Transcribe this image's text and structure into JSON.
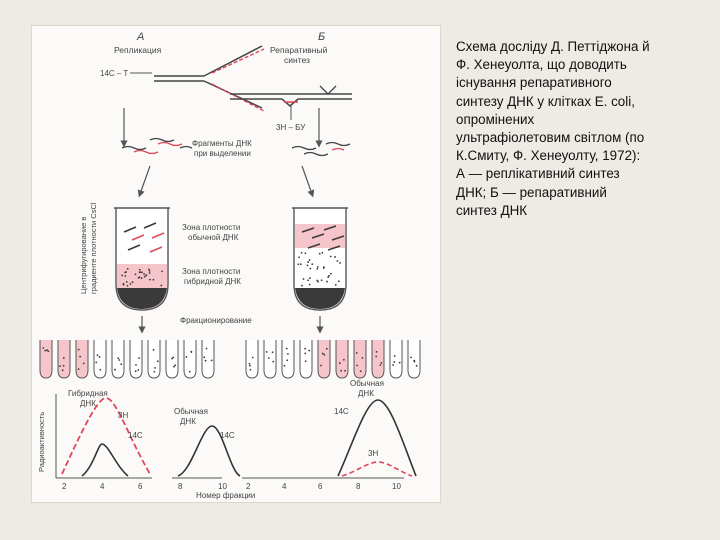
{
  "caption": {
    "lines": [
      "Схема досліду Д. Петтіджона й",
      "Ф. Хенеуолта, що доводить",
      "існування репаративного",
      "синтезу ДНК у клітках E. coli,",
      "опромінених",
      "ультрафіолетовим світлом (по",
      "К.Смиту, Ф. Хенеуолту, 1972):",
      "А — реплікативний синтез",
      "ДНК; Б — репаративний",
      "синтез ДНК"
    ]
  },
  "figure": {
    "panel_a": {
      "letter": "А",
      "title": "Репликация",
      "label_c_t": "14C – T"
    },
    "panel_b": {
      "letter": "Б",
      "title_line1": "Репаративный",
      "title_line2": "синтез",
      "label_h_bu": "3H – БУ"
    },
    "fragments_line1": "Фрагменты ДНК",
    "fragments_line2": "при выделении",
    "centrifuge_line1": "Центрифугирование в",
    "centrifuge_line2": "градиенте плотности CsCl",
    "zone_normal_line1": "Зона плотности",
    "zone_normal_line2": "обычной ДНК",
    "zone_hybrid_line1": "Зона плотности",
    "zone_hybrid_line2": "гибридной ДНК",
    "fractionation": "Фракционирование",
    "hybrid_dna_line1": "Гибридная",
    "hybrid_dna_line2": "ДНК",
    "normal_dna_line1": "Обычная",
    "normal_dna_line2": "ДНК",
    "normal_dna_b_line1": "Обычная",
    "normal_dna_b_line2": "ДНК",
    "isotope_3h": "3H",
    "isotope_14c": "14C",
    "isotope_3h_b": "3H",
    "isotope_14c_b": "14C",
    "isotope_14c_mid": "14C",
    "yaxis": "Радиоактивность",
    "xaxis": "Номер фракции",
    "ticks_a": [
      "2",
      "4",
      "6",
      "8",
      "10"
    ],
    "ticks_b": [
      "2",
      "4",
      "6",
      "8",
      "10"
    ]
  },
  "colors": {
    "pink": "#e0485a",
    "dark": "#3a3a3a",
    "tube_fill": "#f6c5cb"
  }
}
